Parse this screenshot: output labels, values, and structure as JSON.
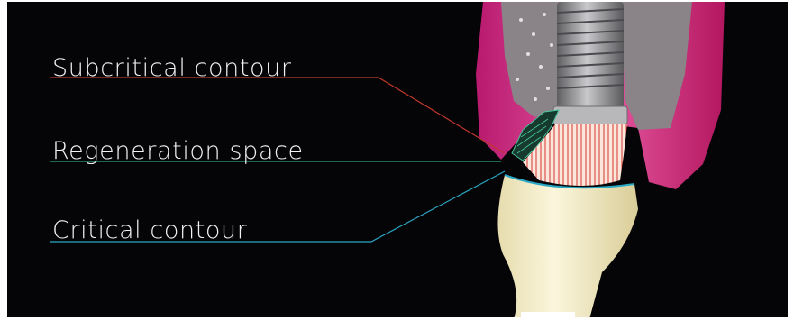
{
  "labels": {
    "subcritical": "Subcritical contour",
    "regeneration": "Regeneration space",
    "critical": "Critical contour"
  },
  "colors": {
    "background": "#050407",
    "gingiva": "#c8287a",
    "bone": "#8a8488",
    "implant": "#8e8e90",
    "crown": "#f3ebc4",
    "subcritical_line": "#c0392b",
    "regeneration_line": "#2fa37f",
    "critical_line": "#2aa7c4"
  }
}
